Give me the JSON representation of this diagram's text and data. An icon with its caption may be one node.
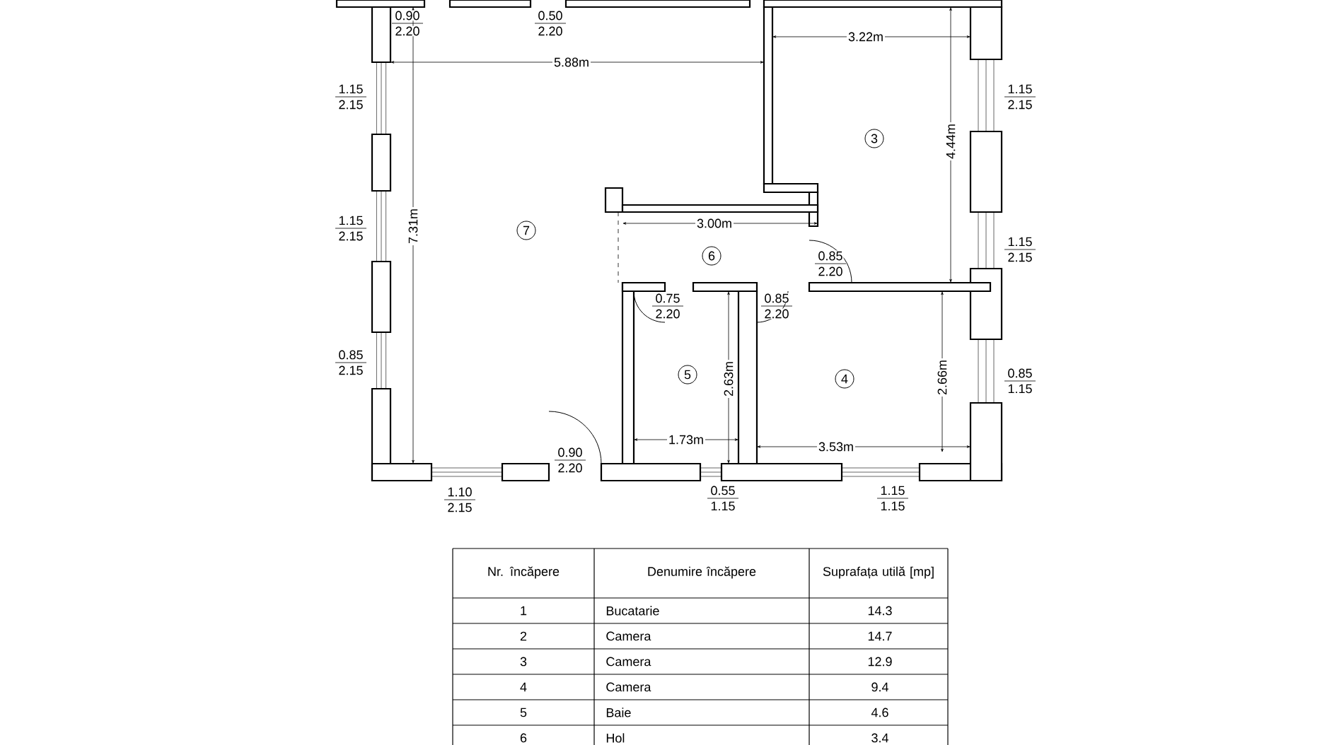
{
  "diagram": {
    "nodes": [
      {
        "text": [
          "3"
        ]
      },
      {
        "text": [
          "7"
        ]
      },
      {
        "text": [
          "6"
        ]
      },
      {
        "text": [
          "5"
        ]
      },
      {
        "text": [
          "4"
        ]
      }
    ],
    "labels": [
      "0.90",
      "2.20",
      "0.50",
      "2.20",
      "5.88m",
      "3.22m",
      "1.15",
      "2.15",
      "1.15",
      "2.15",
      "4.44m",
      "1.15",
      "2.15",
      "7.31m",
      "3.00m",
      "0.85",
      "2.20",
      "1.15",
      "2.15",
      "0.75",
      "2.20",
      "0.85",
      "2.20",
      "0.85",
      "2.15",
      "2.63m",
      "2.66m",
      "0.85",
      "1.15",
      "1.73m",
      "3.53m",
      "0.90",
      "2.20",
      "1.10",
      "2.15",
      "0.55",
      "1.15",
      "1.15",
      "1.15",
      "Nr. încăpere",
      "Denumire încăpere",
      "Suprafața utilă [mp]",
      "1",
      "Bucatarie",
      "14.3",
      "2",
      "Camera",
      "14.7",
      "3",
      "Camera",
      "12.9",
      "4",
      "Camera",
      "9.4",
      "5",
      "Baie",
      "4.6",
      "6",
      "Hol",
      "3.4"
    ]
  }
}
